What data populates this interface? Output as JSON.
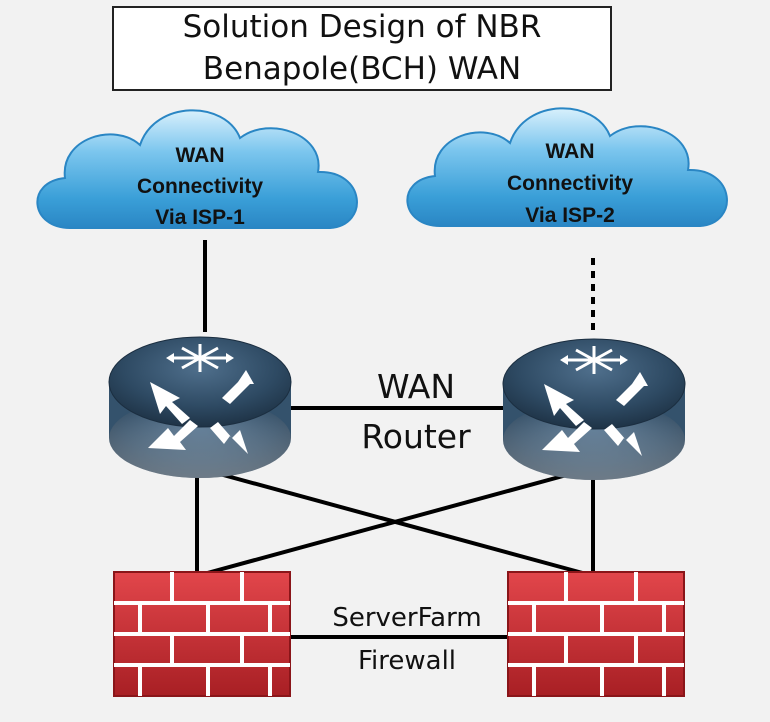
{
  "title": {
    "line1": "Solution Design of NBR",
    "line2": "Benapole(BCH) WAN"
  },
  "clouds": [
    {
      "line1": "WAN",
      "line2": "Connectivity",
      "line3": "Via ISP-1"
    },
    {
      "line1": "WAN",
      "line2": "Connectivity",
      "line3": "Via ISP-2"
    }
  ],
  "router_label": {
    "line1": "WAN",
    "line2": "Router"
  },
  "firewall_label": {
    "line1": "ServerFarm",
    "line2": "Firewall"
  },
  "colors": {
    "background": "#f2f2f2",
    "cloud": "#3a9fd8",
    "router": "#2e4a63",
    "firewall": "#c0282d",
    "link": "#000000"
  }
}
